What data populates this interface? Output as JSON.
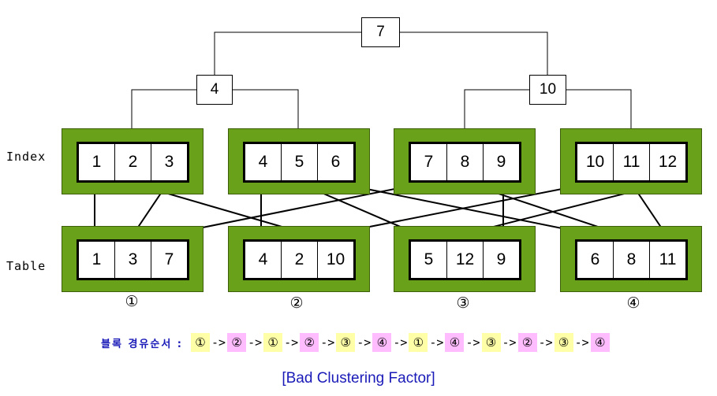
{
  "tree": {
    "root": "7",
    "left": "4",
    "right": "10"
  },
  "labels": {
    "index": "Index",
    "table": "Table"
  },
  "index_blocks": [
    [
      "1",
      "2",
      "3"
    ],
    [
      "4",
      "5",
      "6"
    ],
    [
      "7",
      "8",
      "9"
    ],
    [
      "10",
      "11",
      "12"
    ]
  ],
  "table_blocks": [
    [
      "1",
      "3",
      "7"
    ],
    [
      "4",
      "2",
      "10"
    ],
    [
      "5",
      "12",
      "9"
    ],
    [
      "6",
      "8",
      "11"
    ]
  ],
  "block_labels": [
    "①",
    "②",
    "③",
    "④"
  ],
  "visit_order": {
    "title": "블록 경유순서 :",
    "sequence": [
      "①",
      "②",
      "①",
      "②",
      "③",
      "④",
      "①",
      "④",
      "③",
      "②",
      "③",
      "④"
    ]
  },
  "colors": {
    "block_green": "#6aa11a",
    "chip_yellow": "#ffffa8",
    "chip_pink": "#ffbcff",
    "title_blue": "#1a1ab8"
  },
  "caption": "[Bad Clustering Factor]"
}
